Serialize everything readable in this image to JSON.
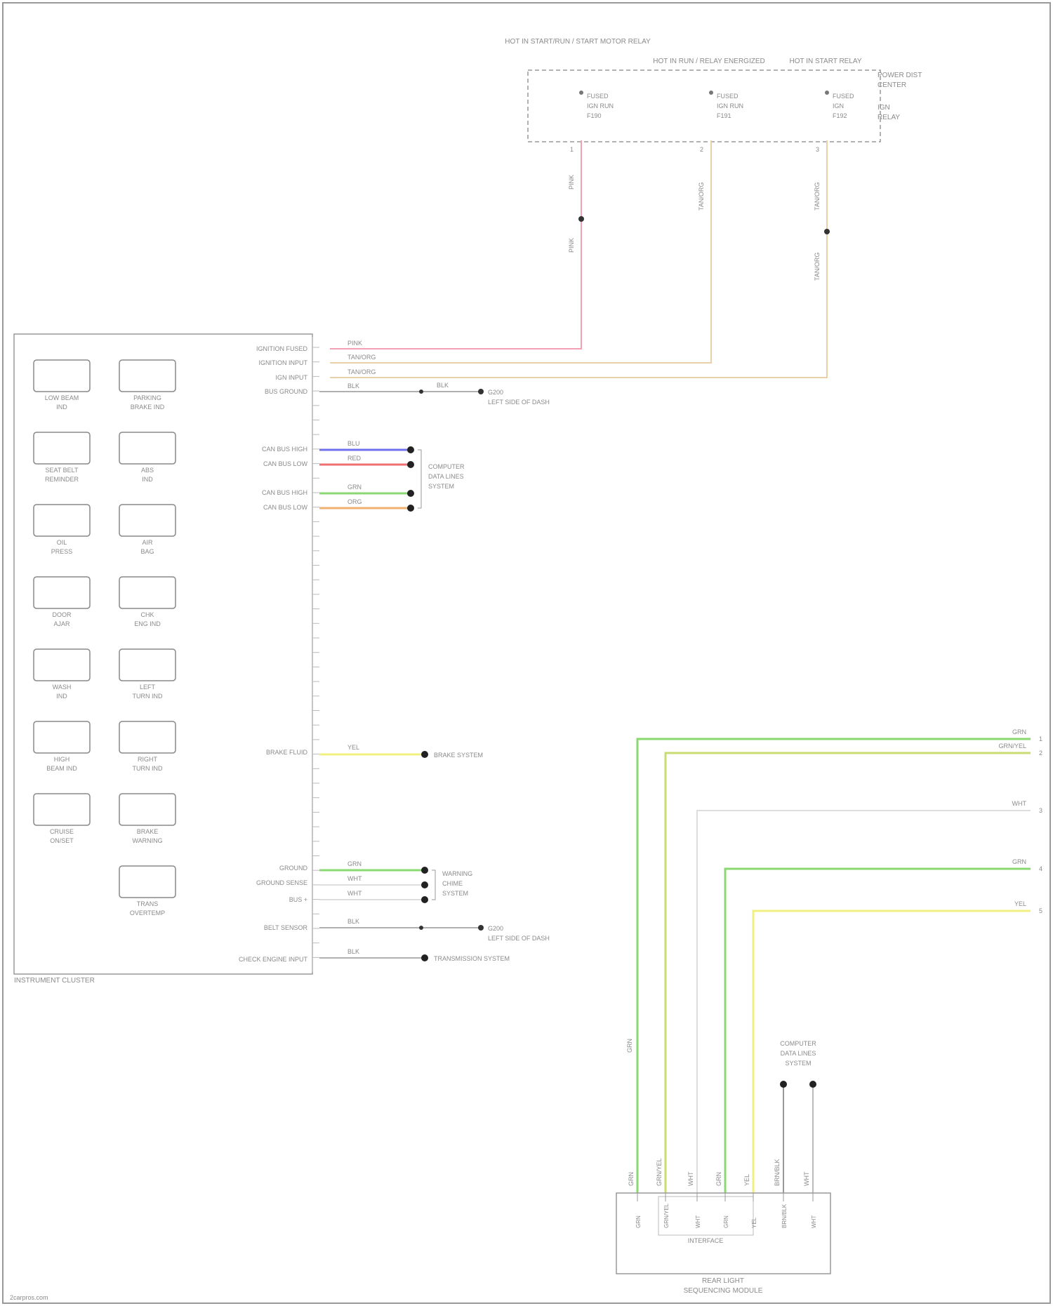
{
  "colors": {
    "pink": "#f4a0b4",
    "tan": "#e8d0a8",
    "gray": "#b0b0b0",
    "blue": "#7070ee",
    "red": "#ee7070",
    "green": "#8ad870",
    "orange": "#f0b070",
    "yellow": "#f0f080",
    "white_wire": "#dddddd",
    "frame": "#888888"
  },
  "relays": [
    {
      "title": "HOT IN START/RUN / START MOTOR RELAY",
      "l1": "FUSED",
      "l2": "IGN RUN",
      "l3": "F190",
      "pin": "1"
    },
    {
      "title": "HOT IN RUN / RELAY ENERGIZED",
      "l1": "FUSED",
      "l2": "IGN RUN",
      "l3": "F191",
      "pin": "2"
    },
    {
      "title": "HOT IN START RELAY",
      "l1": "FUSED",
      "l2": "IGN",
      "l3": "F192",
      "pin": "3"
    }
  ],
  "fuse_block": {
    "label1": "POWER DIST",
    "label2": "CENTER",
    "label3": "IGN",
    "label4": "RELAY"
  },
  "riser_wires": [
    {
      "top": "PINK",
      "bottom": "PINK"
    },
    {
      "top": "TAN/ORG"
    },
    {
      "top": "TAN/ORG",
      "bottom": "TAN/ORG"
    }
  ],
  "cluster": {
    "label": "INSTRUMENT CLUSTER",
    "indicators": [
      {
        "name": "LOW BEAM",
        "sub": "IND"
      },
      {
        "name": "PARKING",
        "sub": "BRAKE IND"
      },
      {
        "name": "SEAT BELT",
        "sub": "REMINDER"
      },
      {
        "name": "ABS",
        "sub": "IND"
      },
      {
        "name": "OIL",
        "sub": "PRESS"
      },
      {
        "name": "AIR",
        "sub": "BAG"
      },
      {
        "name": "DOOR",
        "sub": "AJAR"
      },
      {
        "name": "CHK",
        "sub": "ENG IND"
      },
      {
        "name": "WASH",
        "sub": "IND"
      },
      {
        "name": "LEFT",
        "sub": "TURN IND"
      },
      {
        "name": "HIGH",
        "sub": "BEAM IND"
      },
      {
        "name": "RIGHT",
        "sub": "TURN IND"
      },
      {
        "name": "CRUISE",
        "sub": "ON/SET"
      },
      {
        "name": "BRAKE",
        "sub": "WARNING"
      },
      {
        "name": "TRANS",
        "sub": "OVERTEMP"
      }
    ],
    "pin_labels": [
      "IGNITION FUSED",
      "IGNITION INPUT",
      "IGN INPUT",
      "BUS GROUND",
      "CAN BUS HIGH",
      "CAN BUS LOW",
      "CAN BUS HIGH",
      "CAN BUS LOW",
      "BRAKE FLUID",
      "GROUND",
      "GROUND SENSE",
      "BUS +",
      "BELT SENSOR",
      "CHECK ENGINE INPUT"
    ]
  },
  "cluster_wires": {
    "top": [
      "PINK",
      "TAN/ORG",
      "TAN/ORG",
      "BLK"
    ],
    "top_ground": {
      "wire": "BLK",
      "label": "G200",
      "sub": "LEFT SIDE OF DASH"
    },
    "can": [
      "BLU",
      "RED",
      "GRN",
      "ORG"
    ],
    "can_label": [
      "COMPUTER",
      "DATA LINES",
      "SYSTEM"
    ],
    "mid": {
      "wire": "YEL",
      "label": "BRAKE SYSTEM"
    },
    "low": [
      "GRN",
      "WHT",
      "WHT"
    ],
    "low_label": [
      "WARNING",
      "CHIME",
      "SYSTEM"
    ],
    "low_ground": {
      "wire": "BLK",
      "label": "G200",
      "sub": "LEFT SIDE OF DASH"
    },
    "bottom": {
      "wire": "BLK",
      "label": "TRANSMISSION SYSTEM"
    }
  },
  "right_wires": [
    {
      "name": "GRN",
      "pin": "1"
    },
    {
      "name": "GRN/YEL",
      "pin": "2"
    },
    {
      "name": "WHT",
      "pin": "3"
    },
    {
      "name": "GRN",
      "pin": "4"
    },
    {
      "name": "YEL",
      "pin": "5"
    }
  ],
  "bottom_module": {
    "label1": "REAR LIGHT",
    "label2": "SEQUENCING MODULE",
    "section_label": "INTERFACE",
    "wires": [
      "GRN",
      "GRN/YEL",
      "WHT",
      "GRN",
      "YEL",
      "BRN/BLK",
      "WHT"
    ],
    "ext_label": [
      "COMPUTER",
      "DATA LINES",
      "SYSTEM"
    ],
    "side_wire": "GRN"
  },
  "watermark": "2carpros.com"
}
